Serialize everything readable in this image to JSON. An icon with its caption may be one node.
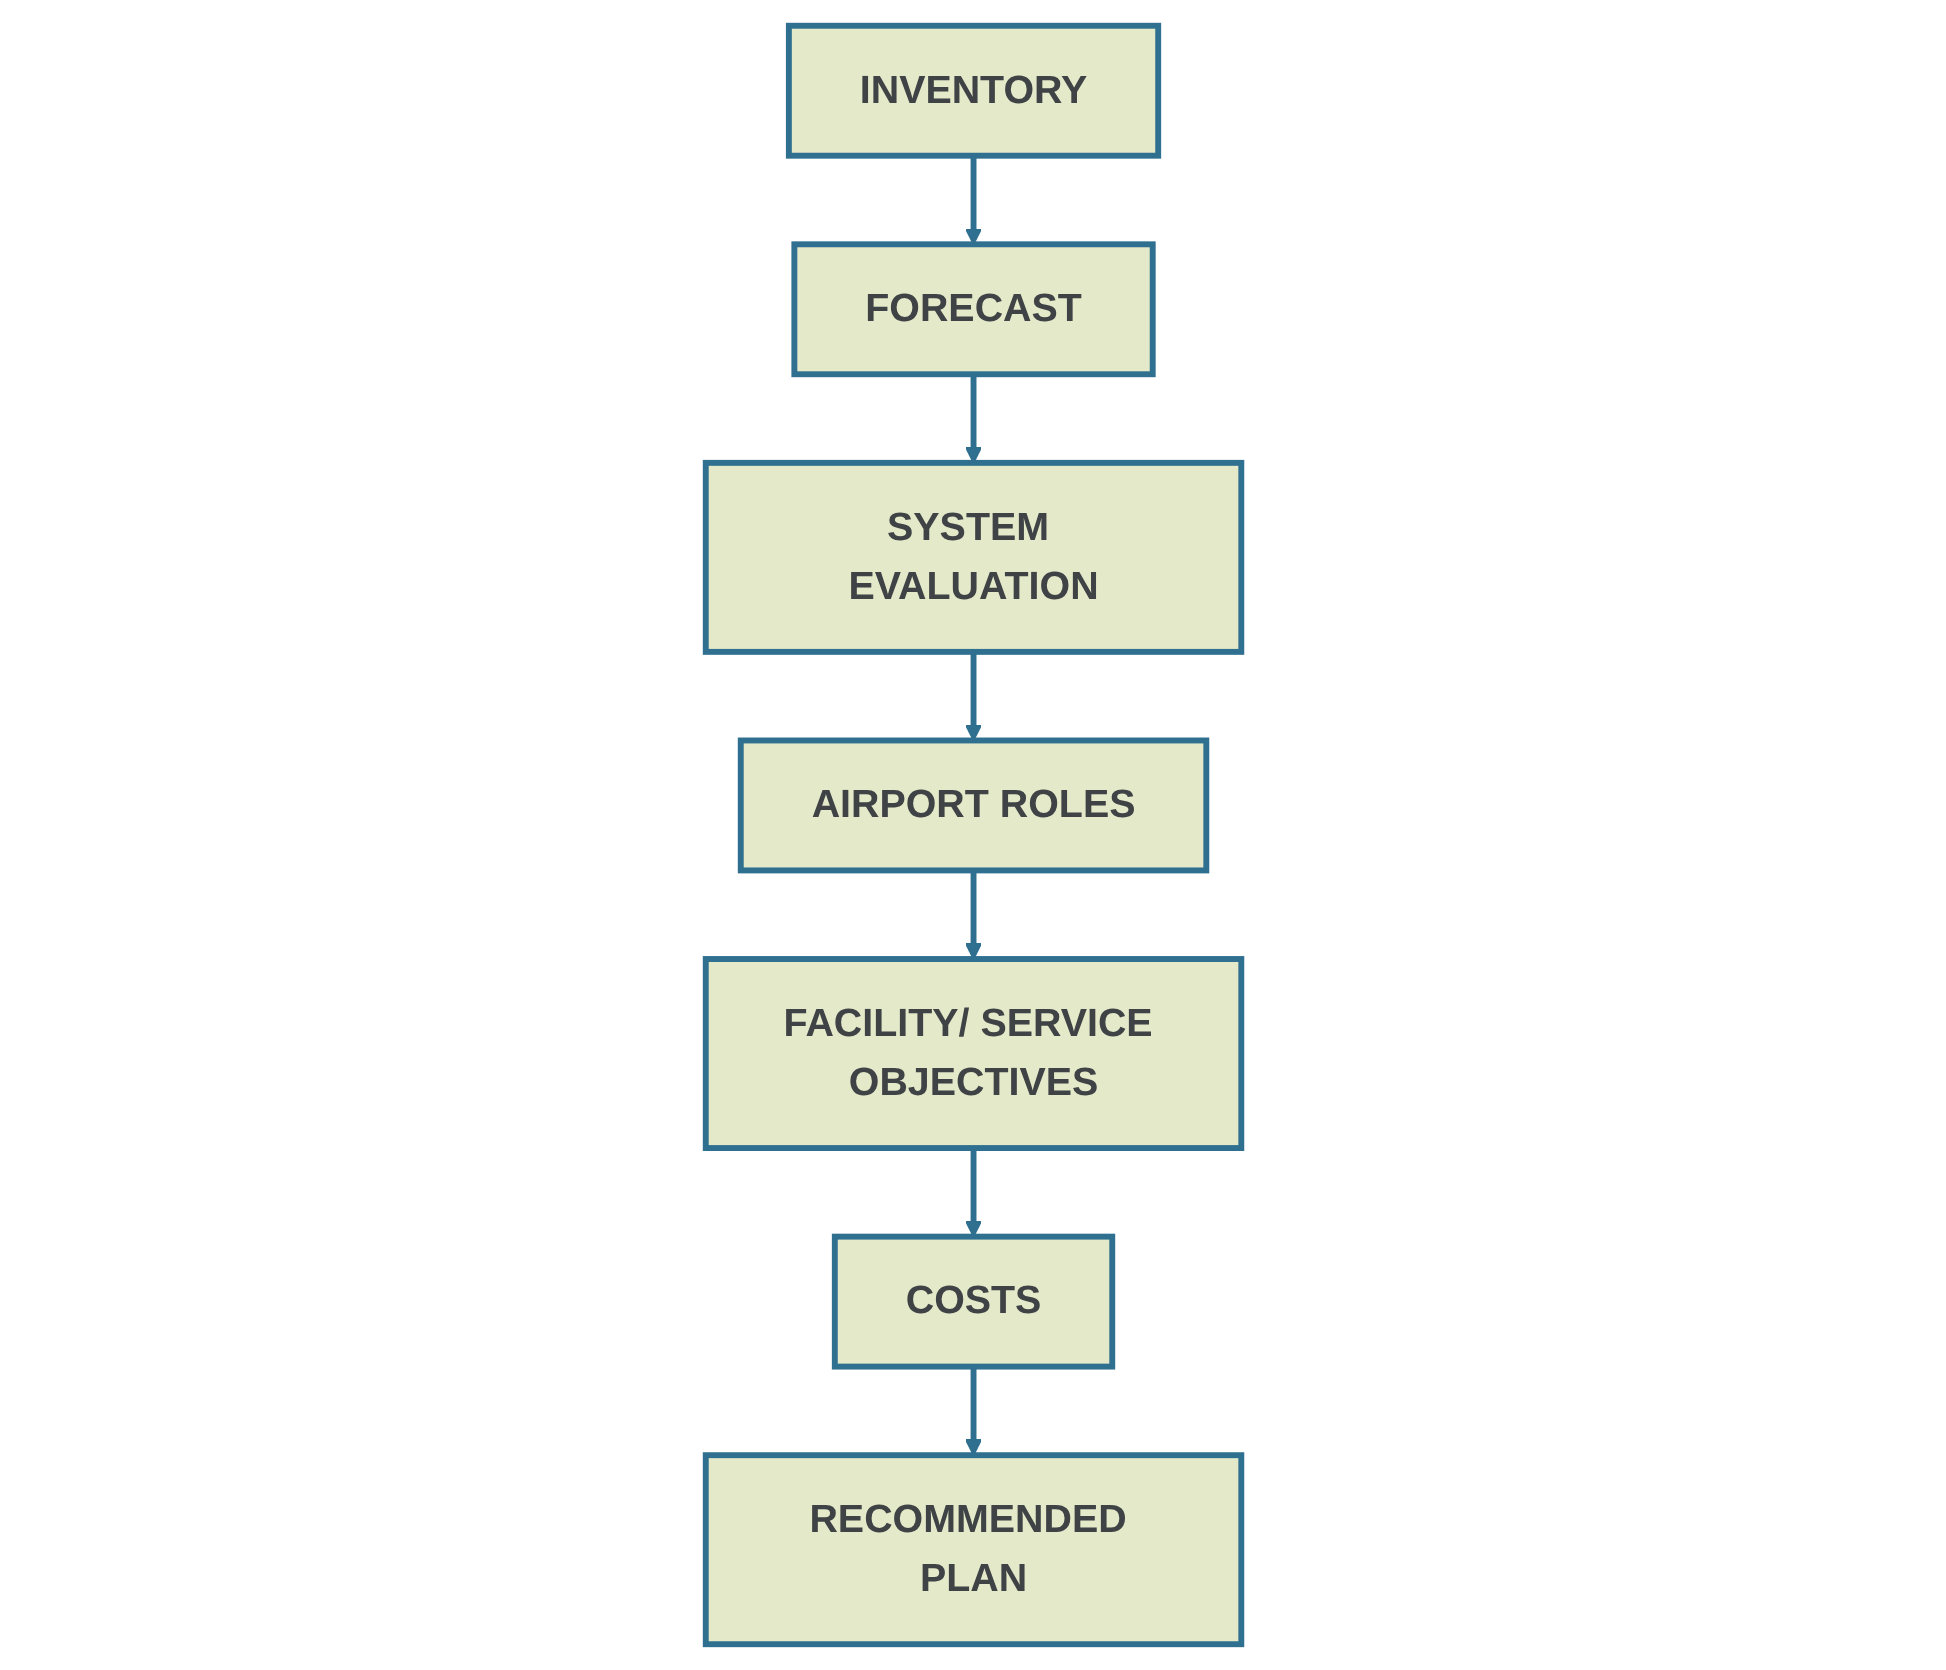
{
  "diagram": {
    "nodes": [
      {
        "text": [
          "INVENTORY"
        ]
      },
      {
        "text": [
          "FORECAST"
        ]
      },
      {
        "text": [
          "SYSTEM EVALUATION"
        ]
      },
      {
        "text": [
          "AIRPORT ROLES"
        ]
      },
      {
        "text": [
          "FACILITY/ SERVICE OBJECTIVES"
        ]
      },
      {
        "text": [
          "COSTS"
        ]
      },
      {
        "text": [
          "RECOMMENDED PLAN"
        ]
      }
    ],
    "edges": [
      {
        "from": 0,
        "to": 1,
        "arrow": "to"
      },
      {
        "from": 1,
        "to": 2,
        "arrow": "to"
      },
      {
        "from": 2,
        "to": 3,
        "arrow": "to"
      },
      {
        "from": 3,
        "to": 4,
        "arrow": "to"
      },
      {
        "from": 4,
        "to": 5,
        "arrow": "to"
      },
      {
        "from": 5,
        "to": 6,
        "arrow": "to"
      }
    ]
  }
}
